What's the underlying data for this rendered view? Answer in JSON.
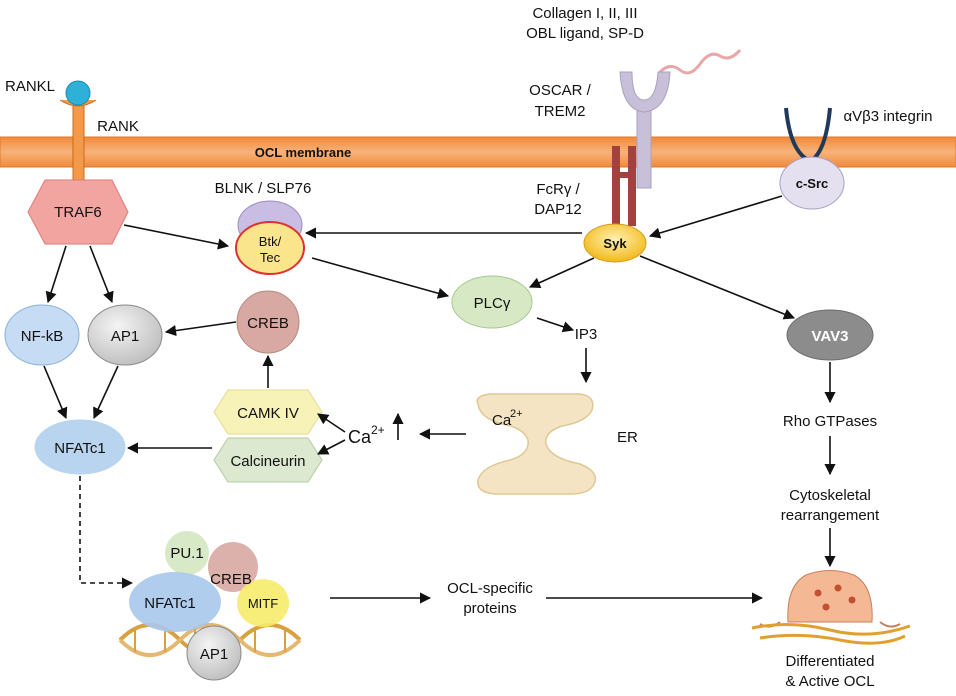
{
  "labels": {
    "rankl": "RANKL",
    "rank": "RANK",
    "membrane": "OCL membrane",
    "ligands_line1": "Collagen I, II, III",
    "ligands_line2": "OBL ligand, SP-D",
    "oscar_line1": "OSCAR /",
    "oscar_line2": "TREM2",
    "integrin": "αVβ3 integrin",
    "csrc": "c-Src",
    "fcr_line1": "FcRγ /",
    "fcr_line2": "DAP12",
    "syk": "Syk",
    "blnk": "BLNK / SLP76",
    "btk_line1": "Btk/",
    "btk_line2": "Tec",
    "traf6": "TRAF6",
    "nfkb": "NF-kB",
    "ap1": "AP1",
    "creb": "CREB",
    "plcg": "PLCγ",
    "ip3": "IP3",
    "vav3": "VAV3",
    "camk": "CAMK IV",
    "calcineurin": "Calcineurin",
    "ca": "Ca",
    "ca_sup": "2+",
    "er_ca": "Ca",
    "er_ca_sup": "2+",
    "er": "ER",
    "nfatc1": "NFATc1",
    "rho": "Rho GTPases",
    "cyto_line1": "Cytoskeletal",
    "cyto_line2": "rearrangement",
    "pu1": "PU.1",
    "complex_nfatc1": "NFATc1",
    "complex_creb": "CREB",
    "mitf": "MITF",
    "complex_ap1": "AP1",
    "ocl_line1": "OCL-specific",
    "ocl_line2": "proteins",
    "diff_line1": "Differentiated",
    "diff_line2": "& Active OCL"
  },
  "colors": {
    "membrane": "#f5a25d",
    "traf6": "#f2a5a0",
    "nfkb": "#c6dcf4",
    "ap1": "#d0d0d0",
    "creb": "#d8a8a2",
    "plcg": "#d6e8c4",
    "vav3": "#8c8c8c",
    "camk": "#f7f2b8",
    "calcineurin": "#dce8cf",
    "nfatc1": "#b9d4ee",
    "syk": "#f5c22c",
    "csrc": "#e4e0ef",
    "oscar": "#c8c0d8",
    "fcr": "#a34040",
    "integrin": "#1f3a5a",
    "er": "#f4e4c4",
    "rankl": "#2fb0d8"
  }
}
